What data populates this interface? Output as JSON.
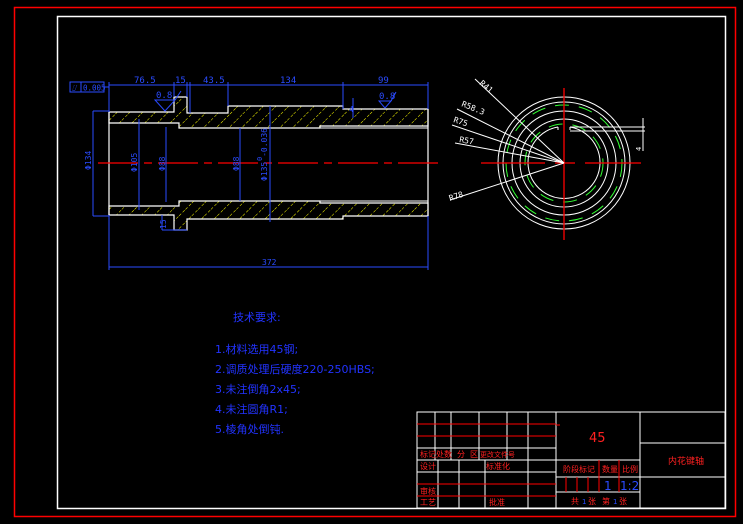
{
  "drawing": {
    "title": "内花键轴",
    "material": "45",
    "scale": "1:2",
    "quantity": "1",
    "sheet_total": "1",
    "sheet_no": "1",
    "colors": {
      "background": "#000000",
      "outer_border": "#ff0000",
      "inner_border": "#ffffff",
      "dimension": "#2a4bff",
      "centerline": "#ff0000",
      "hatch": "#ffff00",
      "spline_arc": "#33ff33"
    }
  },
  "section_view": {
    "tolerance_symbol": "⌰",
    "tolerance_value": "0.005",
    "top_dims": [
      "76.5",
      "15",
      "43.5",
      "134",
      "99"
    ],
    "roughness": [
      "0.8",
      "0.8"
    ],
    "diameters": [
      "Φ134",
      "Φ105",
      "Φ88",
      "Φ88",
      "Φ135 -0.036"
    ],
    "diameter_tol_upper": "0",
    "step_dims": [
      "15",
      "4"
    ],
    "overall_length": "372"
  },
  "end_view": {
    "radii": [
      "R41",
      "R58.3",
      "R75",
      "R57",
      "R78"
    ],
    "keyway_dim": "4"
  },
  "tech_requirements": {
    "heading": "技术要求:",
    "items": [
      "1.材料选用45钢;",
      "2.调质处理后硬度220-250HBS;",
      "3.未注倒角2x45;",
      "4.未注圆角R1;",
      "5.棱角处倒钝."
    ]
  },
  "title_block": {
    "row_labels": [
      "标记",
      "处数",
      "分",
      "区",
      "更改文件号"
    ],
    "design": "设计",
    "standardization": "标准化",
    "review": "审核",
    "process": "工艺",
    "approve": "批准",
    "stage_mark": "阶段标记",
    "quantity_label": "数量",
    "scale_label": "比例",
    "sheet_text_a": "共",
    "sheet_text_b": "张",
    "sheet_text_c": "第",
    "sheet_text_d": "张"
  }
}
